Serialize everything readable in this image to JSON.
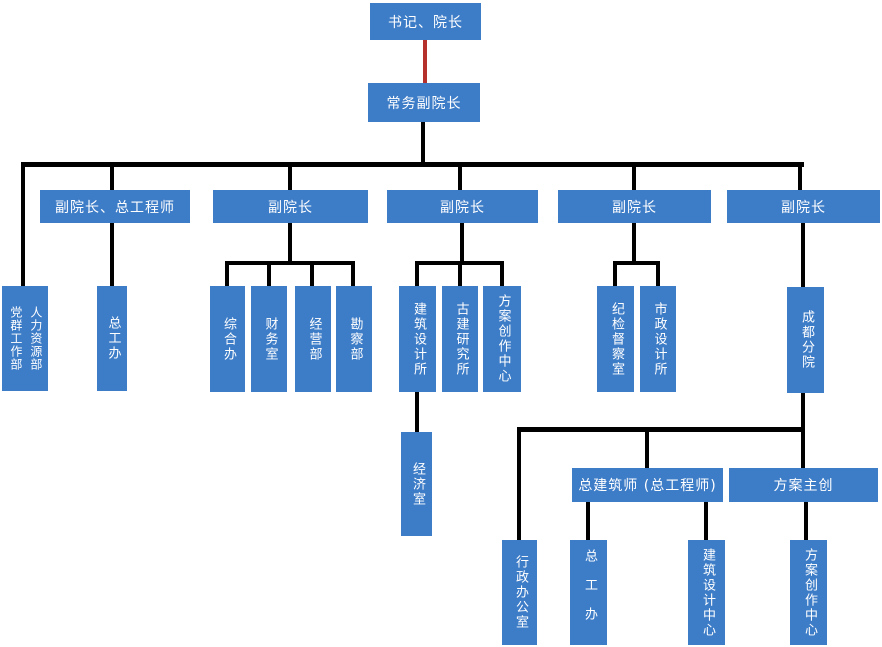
{
  "diagram": {
    "type": "org-chart",
    "background": "#ffffff",
    "node_color": "#3d7cc7",
    "node_text_color": "#ffffff",
    "connector_color": "#000000",
    "special_connector_color": "#b5312b"
  },
  "nodes": {
    "secretary_dean": "书记、院长",
    "executive_vice_dean": "常务副院长",
    "vice_dean_chief_engineer": "副院长、总工程师",
    "vice_dean_1": "副院长",
    "vice_dean_2": "副院长",
    "vice_dean_3": "副院长",
    "vice_dean_4": "副院长",
    "party_mass_dept": "党群工作部",
    "hr_dept": "人力资源部",
    "chief_engineer_office": "总工办",
    "general_office": "综合办",
    "finance_office": "财务室",
    "operations_dept": "经营部",
    "survey_dept": "勘察部",
    "architectural_design_institute": "建筑设计所",
    "ancient_architecture_institute": "古建研究所",
    "scheme_creation_center": "方案创作中心",
    "discipline_inspection_office": "纪检督察室",
    "municipal_design_institute": "市政设计所",
    "chengdu_branch": "成都分院",
    "economy_office": "经济室",
    "chief_architect": "总建筑师 (总工程师)",
    "scheme_lead": "方案主创",
    "admin_office": "行政办公室",
    "chief_engineer_office_branch": "总工办",
    "architectural_design_center": "建筑设计中心",
    "scheme_creation_center_branch": "方案创作中心"
  },
  "hierarchy": {
    "secretary_dean": [
      "executive_vice_dean"
    ],
    "executive_vice_dean": [
      "party_mass_dept",
      "hr_dept",
      "vice_dean_chief_engineer",
      "vice_dean_1",
      "vice_dean_2",
      "vice_dean_3",
      "vice_dean_4"
    ],
    "vice_dean_chief_engineer": [
      "chief_engineer_office"
    ],
    "vice_dean_1": [
      "general_office",
      "finance_office",
      "operations_dept",
      "survey_dept"
    ],
    "vice_dean_2": [
      "architectural_design_institute",
      "ancient_architecture_institute",
      "scheme_creation_center"
    ],
    "architectural_design_institute": [
      "economy_office"
    ],
    "vice_dean_3": [
      "discipline_inspection_office",
      "municipal_design_institute"
    ],
    "vice_dean_4": [
      "chengdu_branch"
    ],
    "chengdu_branch": [
      "admin_office",
      "chief_architect",
      "scheme_lead"
    ],
    "chief_architect": [
      "chief_engineer_office_branch",
      "architectural_design_center"
    ],
    "scheme_lead": [
      "scheme_creation_center_branch"
    ]
  }
}
